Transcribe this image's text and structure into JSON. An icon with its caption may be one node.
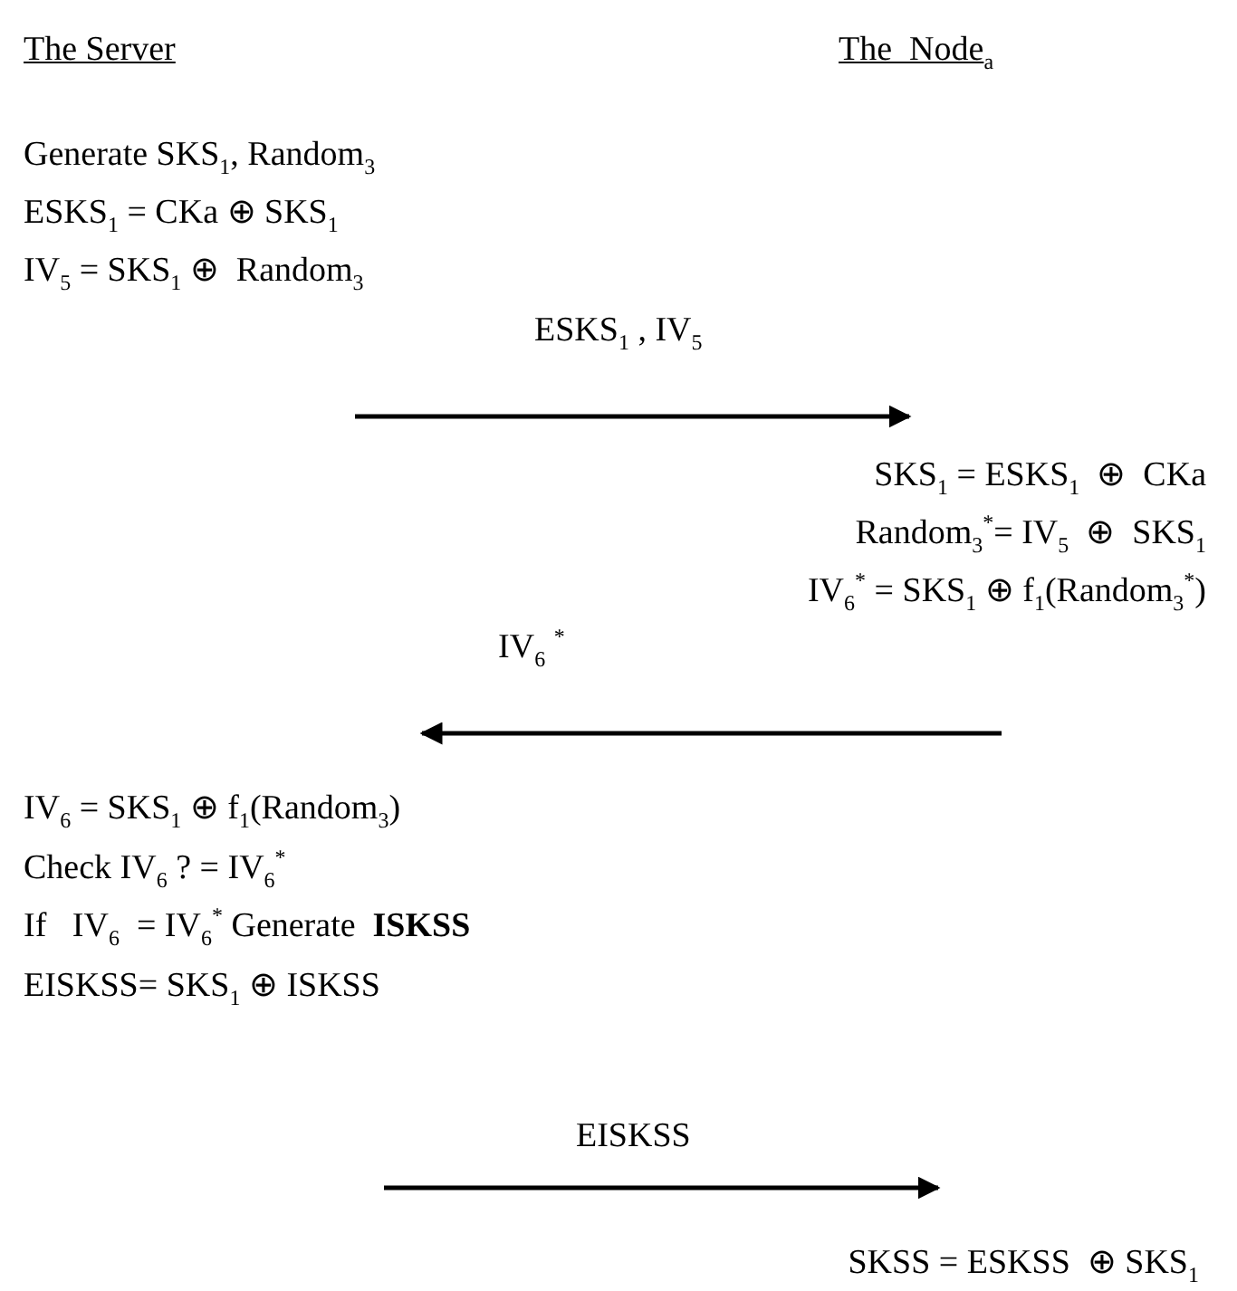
{
  "diagram": {
    "labels": [
      "The Server",
      "The  Node$_{a}$",
      "Generate SKS$_{1}$, Random$_{3}$",
      "ESKS$_{1}$ = CKa ⊕ SKS$_{1}$",
      "IV$_{5}$ = SKS$_{1}$ ⊕  Random$_{3}$",
      "ESKS$_{1}$ , IV$_{5}$",
      "SKS$_{1}$ = ESKS$_{1}$  ⊕  CKa",
      "Random$_{3}$$^{*}$= IV$_{5}$  ⊕  SKS$_{1}$",
      "IV$_{6}$$^{*}$ = SKS$_{1}$ ⊕ f$_{1}$(Random$_{3}$$^{*}$)",
      "IV$_{6}$ $^{*}$",
      "IV$_{6}$ = SKS$_{1}$ ⊕ f$_{1}$(Random$_{3}$)",
      "Check IV$_{6}$ ? = IV$_{6}$$^{*}$",
      "If   IV$_{6}$  = IV$_{6}$$^{*}$ Generate  **ISKSS**",
      "EISKSS= SKS$_{1}$ ⊕ ISKSS",
      "EISKSS",
      "SKSS = ESKSS  ⊕ SKS$_{1}$"
    ]
  }
}
